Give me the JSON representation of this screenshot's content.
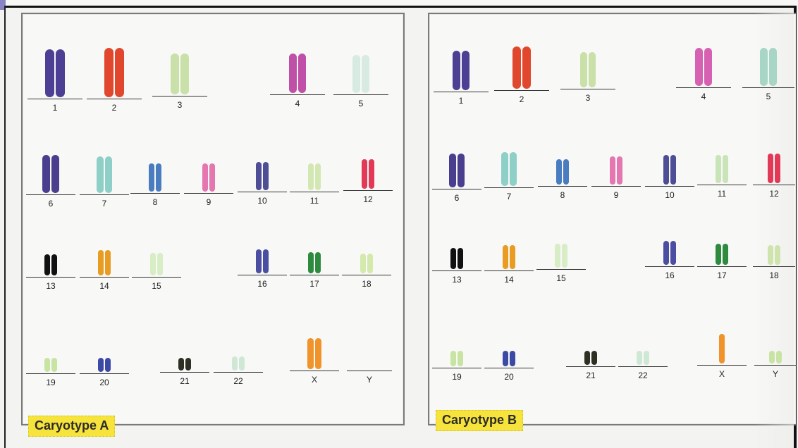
{
  "caryotype_a": {
    "label": "Caryotype A",
    "pairs": [
      {
        "num": "1",
        "color": "#4d3f94"
      },
      {
        "num": "2",
        "color": "#e0472d"
      },
      {
        "num": "3",
        "color": "#c9e0a8"
      },
      {
        "num": "4",
        "color": "#c04fa8"
      },
      {
        "num": "5",
        "color": "#d7ebe3"
      },
      {
        "num": "6",
        "color": "#4a3f8f"
      },
      {
        "num": "7",
        "color": "#8ecfc8"
      },
      {
        "num": "8",
        "color": "#4a7cc0"
      },
      {
        "num": "9",
        "color": "#e477b0"
      },
      {
        "num": "10",
        "color": "#4e4e96"
      },
      {
        "num": "11",
        "color": "#d3e7b2"
      },
      {
        "num": "12",
        "color": "#e23a56"
      },
      {
        "num": "13",
        "color": "#111111"
      },
      {
        "num": "14",
        "color": "#e89c21"
      },
      {
        "num": "15",
        "color": "#d8ecc6"
      },
      {
        "num": "16",
        "color": "#4a4fa1"
      },
      {
        "num": "17",
        "color": "#2d8a3f"
      },
      {
        "num": "18",
        "color": "#d4e9ad"
      },
      {
        "num": "19",
        "color": "#c8e4a2"
      },
      {
        "num": "20",
        "color": "#3c4aa5"
      },
      {
        "num": "21",
        "color": "#2f3024"
      },
      {
        "num": "22",
        "color": "#cfe8d5"
      },
      {
        "num": "X",
        "color": "#f0932b"
      },
      {
        "num": "Y",
        "color": ""
      }
    ]
  },
  "caryotype_b": {
    "label": "Caryotype B",
    "pairs": [
      {
        "num": "1",
        "color": "#4d3f94"
      },
      {
        "num": "2",
        "color": "#e0472d"
      },
      {
        "num": "3",
        "color": "#c9e0a8"
      },
      {
        "num": "4",
        "color": "#d661b2"
      },
      {
        "num": "5",
        "color": "#a8d6c6"
      },
      {
        "num": "6",
        "color": "#4a3f8f"
      },
      {
        "num": "7",
        "color": "#8ecfc8"
      },
      {
        "num": "8",
        "color": "#4a7cc0"
      },
      {
        "num": "9",
        "color": "#e477b0"
      },
      {
        "num": "10",
        "color": "#4e4e96"
      },
      {
        "num": "11",
        "color": "#c9e4b8"
      },
      {
        "num": "12",
        "color": "#e23a56"
      },
      {
        "num": "13",
        "color": "#111111"
      },
      {
        "num": "14",
        "color": "#e89c21"
      },
      {
        "num": "15",
        "color": "#d8ecc6"
      },
      {
        "num": "16",
        "color": "#4a4fa1"
      },
      {
        "num": "17",
        "color": "#2d8a3f"
      },
      {
        "num": "18",
        "color": "#cfe4ad"
      },
      {
        "num": "19",
        "color": "#c8e4a2"
      },
      {
        "num": "20",
        "color": "#3c4aa5"
      },
      {
        "num": "21",
        "color": "#2f3024"
      },
      {
        "num": "22",
        "color": "#cfe8d5"
      },
      {
        "num": "X",
        "color": "#f0932b"
      },
      {
        "num": "Y",
        "color": "#c9e3a5"
      }
    ]
  }
}
